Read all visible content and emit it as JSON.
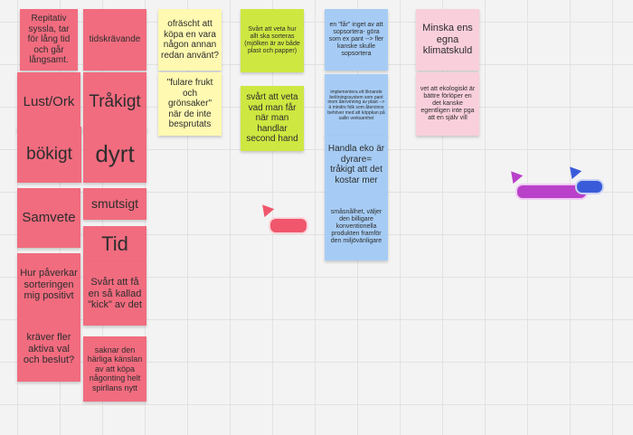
{
  "column_1": [
    "Repitativ syssla, tar för lång tid och går långsamt.",
    "Lust/Ork",
    "bökigt",
    "Samvete",
    "Hur påverkar sorteringen mig positivt",
    "kräver fler aktiva val och beslut?"
  ],
  "column_2": [
    "tidskrävande",
    "Tråkigt",
    "dyrt",
    "smutsigt",
    "Tid",
    "Svårt att få en så kallad \"kick\" av det",
    "saknar den härliga känslan av att köpa någonting helt spirllans nytt"
  ],
  "column_3": [
    "ofräscht att köpa en vara någon annan redan använt?",
    "\"fulare frukt och grönsaker\" när de inte besprutats"
  ],
  "column_4": [
    "Svårt att veta hur allt ska sorteras (mjölken är av både plast och papper)",
    "svårt att veta vad man får när man handlar second hand"
  ],
  "column_5": [
    "en \"får\" inget av att sopsortera- göra som ex pant --> fler kanske skulle sopsortera",
    "implementera ett liknande belöningssystem som pant inom återvinning av plast --> ä mindre folk som återvinns behöver med att köppkan på sallin verksamhet",
    "Handla eko är dyrare= tråkigt att det kostar mer",
    "småsnålhet, väljer den billigare konventionella produkten framför den miljövänligare"
  ],
  "column_6": [
    "Minska ens egna klimatskuld",
    "vet att ekologiskt är bättre förlöper en det kanske egentligen inte pga att en själv vill"
  ],
  "colors": {
    "pink": "#f16c7f",
    "yellow": "#fff9b1",
    "green": "#cee741",
    "blue": "#a6ccf5",
    "light_pink": "#f9cfdc",
    "cursor_red": "#f0576d",
    "cursor_purple": "#b941c9",
    "cursor_blue": "#3a5bd9"
  }
}
